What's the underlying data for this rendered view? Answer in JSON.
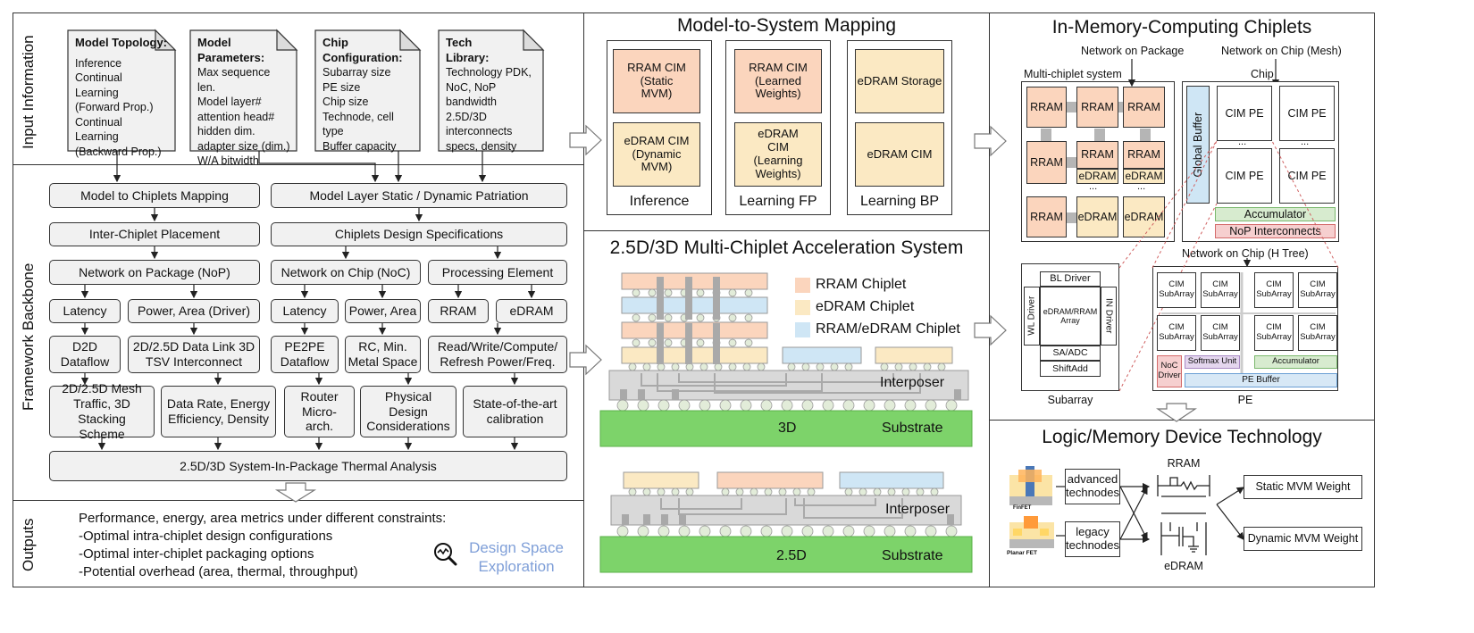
{
  "sections": {
    "input_information": "Input Information",
    "framework_backbone": "Framework Backbone",
    "outputs": "Outputs"
  },
  "input_docs": [
    {
      "title": "Model Topology:",
      "lines": [
        "Inference",
        "Continual Learning",
        "(Forward Prop.)",
        "Continual Learning",
        "(Backward Prop.)"
      ]
    },
    {
      "title": "Model Parameters:",
      "lines": [
        "Max sequence len.",
        "Model layer#",
        "attention head#",
        "hidden dim.",
        "adapter size (dim.)",
        "W/A bitwidth"
      ]
    },
    {
      "title": "Chip Configuration:",
      "lines": [
        "Subarray size",
        "PE size",
        "Chip size",
        "Technode, cell",
        "type",
        "Buffer capacity"
      ]
    },
    {
      "title": "Tech Library:",
      "lines": [
        "Technology PDK,",
        "NoC, NoP",
        "bandwidth",
        "2.5D/3D",
        "interconnects",
        "specs, density"
      ]
    }
  ],
  "framework": {
    "model_to_chiplets": "Model to Chiplets Mapping",
    "model_layer_partition": "Model Layer Static / Dynamic Patriation",
    "inter_chiplet_placement": "Inter-Chiplet Placement",
    "chiplets_design_specs": "Chiplets Design Specifications",
    "nop": "Network on Package (NoP)",
    "noc": "Network on Chip (NoC)",
    "processing_element": "Processing Element",
    "latency_1": "Latency",
    "power_area_driver": "Power, Area (Driver)",
    "latency_2": "Latency",
    "power_area": "Power, Area",
    "rram": "RRAM",
    "edram": "eDRAM",
    "d2d": "D2D Dataflow",
    "data_link": "2D/2.5D Data Link 3D TSV Interconnect",
    "pe2pe": "PE2PE Dataflow",
    "rc_metal": "RC, Min. Metal Space",
    "rw_power": "Read/Write/Compute/ Refresh Power/Freq.",
    "mesh_traffic": "2D/2.5D Mesh Traffic, 3D Stacking Scheme",
    "data_rate": "Data Rate, Energy Efficiency, Density",
    "router": "Router Micro-arch.",
    "physical_design": "Physical Design Considerations",
    "sota_calibration": "State-of-the-art calibration",
    "thermal": "2.5D/3D System-In-Package Thermal Analysis"
  },
  "outputs": {
    "heading": "Performance, energy, area metrics under different constraints:",
    "items": [
      "-Optimal intra-chiplet design configurations",
      "-Optimal inter-chiplet packaging options",
      "-Potential overhead (area, thermal, throughput)"
    ],
    "dse_line1": "Design Space",
    "dse_line2": "Exploration",
    "dse_icon": "magnifier-chart-icon"
  },
  "mapping": {
    "title": "Model-to-System Mapping",
    "inference": {
      "label": "Inference",
      "top": "RRAM CIM (Static MVM)",
      "bottom": "eDRAM CIM (Dynamic MVM)"
    },
    "learning_fp": {
      "label": "Learning FP",
      "top": "RRAM CIM (Learned Weights)",
      "bottom": "eDRAM CIM (Learning Weights)"
    },
    "learning_bp": {
      "label": "Learning BP",
      "top": "eDRAM Storage",
      "bottom": "eDRAM CIM"
    }
  },
  "system": {
    "title": "2.5D/3D Multi-Chiplet Acceleration System",
    "legend": [
      "RRAM Chiplet",
      "eDRAM Chiplet",
      "RRAM/eDRAM Chiplet"
    ],
    "interposer_3d": "Interposer",
    "substrate_3d": "Substrate",
    "label_3d": "3D",
    "interposer_25d": "Interposer",
    "substrate_25d": "Substrate",
    "label_25d": "2.5D"
  },
  "imc": {
    "title": "In-Memory-Computing Chiplets",
    "network_on_package": "Network on Package",
    "network_on_chip_mesh": "Network on Chip (Mesh)",
    "multi_chiplet_system": "Multi-chiplet system",
    "chip": "Chip",
    "rram": "RRAM",
    "edram": "eDRAM",
    "global_buffer": "Global Buffer",
    "cim_pe": "CIM PE",
    "accumulator": "Accumulator",
    "nop_interconnects": "NoP Interconnects",
    "network_on_chip_htree": "Network on Chip (H Tree)",
    "bl_driver": "BL Driver",
    "wl_driver": "WL Driver",
    "in_driver": "IN Driver",
    "array_line1": "eDRAM/RRAM",
    "array_line2": "Array",
    "sa_adc": "SA/ADC",
    "shift_add": "ShiftAdd",
    "subarray_label": "Subarray",
    "cim_subarray_1": "CIM",
    "cim_subarray_2": "SubArray",
    "noc_driver_1": "NoC",
    "noc_driver_2": "Driver",
    "softmax_unit": "Softmax Unit",
    "pe_accumulator": "Accumulator",
    "pe_buffer": "PE Buffer",
    "pe_label": "PE",
    "ellipsis": "..."
  },
  "device": {
    "title": "Logic/Memory Device Technology",
    "finfet_label": "FinFET",
    "planar_label": "Planar FET",
    "advanced": "advanced technodes",
    "legacy": "legacy technodes",
    "rram": "RRAM",
    "edram": "eDRAM",
    "static_weight": "Static MVM Weight",
    "dynamic_weight": "Dynamic MVM Weight"
  },
  "colors": {
    "rram": "#fbd5bd",
    "edram": "#fbe9c3",
    "mixed": "#cfe6f5",
    "substrate": "#7dd36a",
    "interposer": "#d9d9d9",
    "dse": "#7f9fd8"
  }
}
